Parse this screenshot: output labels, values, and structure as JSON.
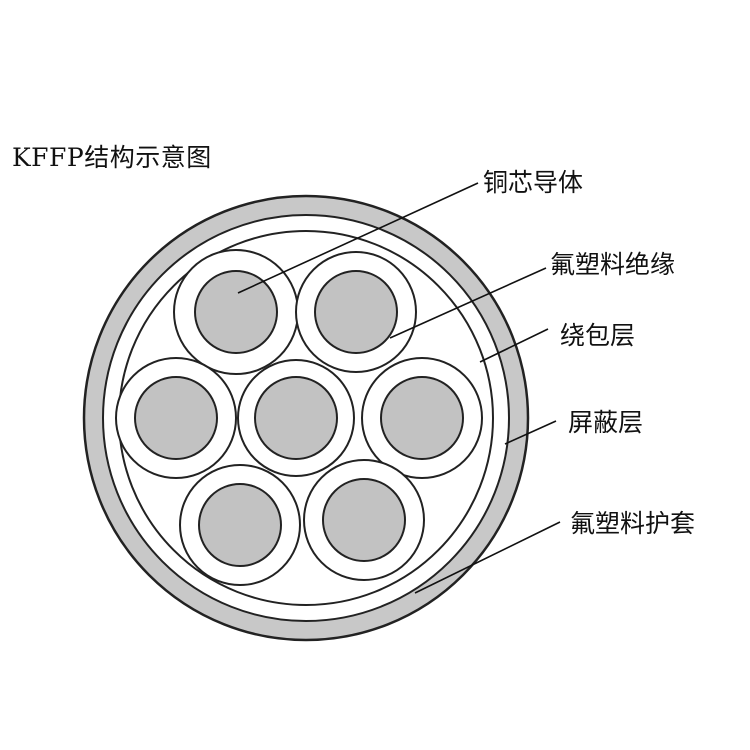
{
  "title": "KFFP结构示意图",
  "colors": {
    "outline": "#222222",
    "sheath": "#c8c8c8",
    "conductor": "#c2c2c2",
    "insulation": "#ffffff",
    "background": "#ffffff"
  },
  "labels": [
    {
      "key": "conductor",
      "text": "铜芯导体"
    },
    {
      "key": "insulation",
      "text": "氟塑料绝缘"
    },
    {
      "key": "wrap",
      "text": "绕包层"
    },
    {
      "key": "shield",
      "text": "屏蔽层"
    },
    {
      "key": "sheath",
      "text": "氟塑料护套"
    }
  ],
  "core_count": 7
}
